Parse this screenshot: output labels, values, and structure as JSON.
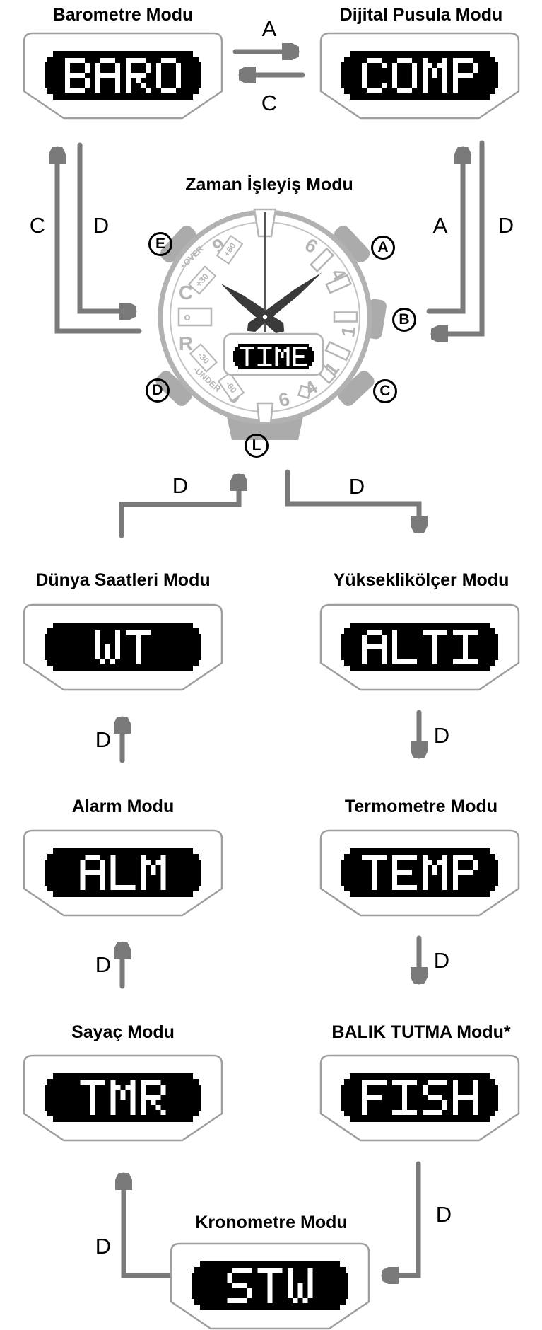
{
  "colors": {
    "arrow_gray": "#7a7a7a",
    "display_outline_gray": "#9e9e9e",
    "watch_case_gray": "#b2b2b2",
    "watch_button_gray": "#ababab",
    "dial_detail_gray": "#b5b5b5",
    "lcd_background": "#000000",
    "lcd_text": "#ffffff",
    "label_black": "#000000"
  },
  "modes": {
    "barometer": {
      "title": "Barometre Modu",
      "lcd": "BARO"
    },
    "compass": {
      "title": "Dijital Pusula Modu",
      "lcd": "COMP"
    },
    "timekeeping": {
      "title": "Zaman İşleyiş Modu",
      "lcd": "TIME"
    },
    "world_time": {
      "title": "Dünya Saatleri Modu",
      "lcd": "WT"
    },
    "altimeter": {
      "title": "Yükseklikölçer Modu",
      "lcd": "ALTI"
    },
    "alarm": {
      "title": "Alarm Modu",
      "lcd": "ALM"
    },
    "thermometer": {
      "title": "Termometre Modu",
      "lcd": "TEMP"
    },
    "timer": {
      "title": "Sayaç Modu",
      "lcd": "TMR"
    },
    "fishing": {
      "title": "BALIK TUTMA Modu*",
      "lcd": "FISH"
    },
    "stopwatch": {
      "title": "Kronometre Modu",
      "lcd": "STW"
    }
  },
  "arrow_labels": {
    "baro_to_comp": "A",
    "comp_to_baro": "C",
    "left_outer_up": "C",
    "left_inner_down": "D",
    "right_inner_up": "A",
    "right_outer_down": "D",
    "worldtime_to_timekeeping": "D",
    "timekeeping_to_altimeter": "D",
    "wt_up": "D",
    "alti_down": "D",
    "alm_up": "D",
    "temp_down": "D",
    "stw_to_timer": "D",
    "fish_to_stw": "D"
  },
  "watch": {
    "button_labels": {
      "e": "E",
      "a": "A",
      "b": "B",
      "c": "C",
      "d": "D",
      "l": "L"
    },
    "numerals": [
      "9",
      "6",
      "4",
      "1",
      "1",
      "4",
      "6",
      "9"
    ],
    "indicators": {
      "plus_over": "+OVER",
      "plus_60": "+60",
      "plus_30": "+30",
      "minus_30": "-30",
      "minus_60": "-60",
      "minus_under": "-UNDER",
      "charge_c": "C",
      "charge_r": "R",
      "power_cell": "o"
    }
  }
}
